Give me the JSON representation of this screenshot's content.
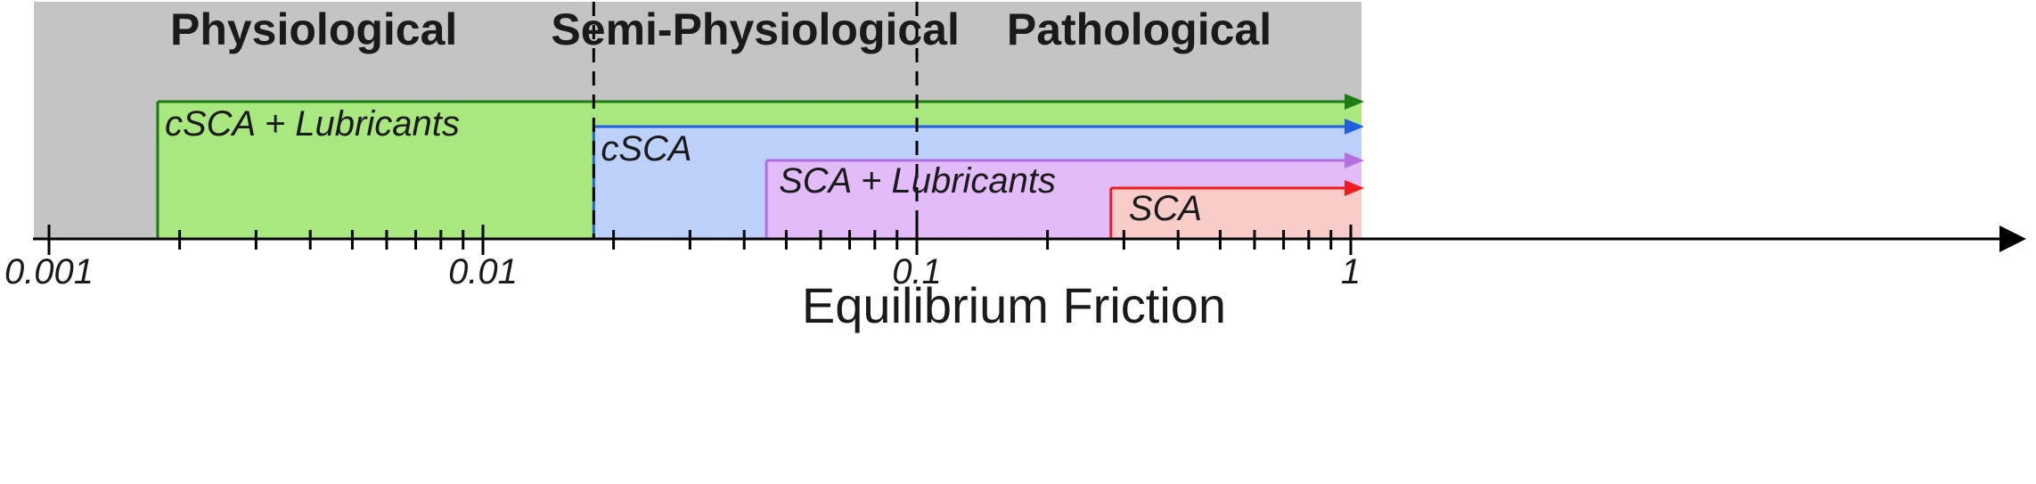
{
  "chart_data": {
    "type": "range-bar",
    "x_scale": "log",
    "xlim": [
      0.001,
      1.25
    ],
    "xlabel": "Equilibrium Friction",
    "x_ticks": [
      {
        "value": 0.001,
        "label": "0.001"
      },
      {
        "value": 0.01,
        "label": "0.01"
      },
      {
        "value": 0.1,
        "label": "0.1"
      },
      {
        "value": 1,
        "label": "1"
      }
    ],
    "regions": [
      {
        "name": "Physiological",
        "from": 0.001,
        "to": 0.018
      },
      {
        "name": "Semi-Physiological",
        "from": 0.018,
        "to": 0.1
      },
      {
        "name": "Pathological",
        "from": 0.1,
        "to": 1.25
      }
    ],
    "region_boundaries": [
      0.018,
      0.1
    ],
    "series": [
      {
        "name": "cSCA + Lubricants",
        "min": 0.00178,
        "max": 1.25,
        "color": "#1e7d12",
        "fill": "#a8e87e"
      },
      {
        "name": "cSCA",
        "min": 0.018,
        "max": 1.25,
        "color": "#1f5fe0",
        "fill": "#bcd0fb"
      },
      {
        "name": "SCA + Lubricants",
        "min": 0.045,
        "max": 1.25,
        "color": "#b46ee0",
        "fill": "#e2bcf8"
      },
      {
        "name": "SCA",
        "min": 0.28,
        "max": 1.25,
        "color": "#ee1d1d",
        "fill": "#f8ccc8"
      }
    ],
    "background_color": "#c4c4c4"
  }
}
